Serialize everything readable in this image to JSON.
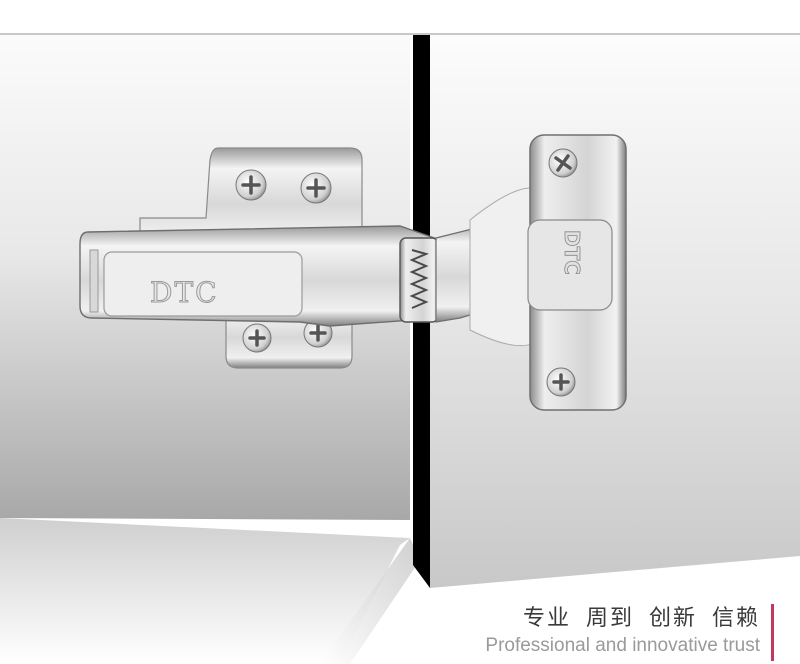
{
  "image": {
    "subject": "concealed cabinet hinge",
    "brand_mark": "DTC",
    "brand_mark_on_plate": "DTC"
  },
  "caption": {
    "chinese": "专业 周到 创新 信赖",
    "english": "Professional and innovative trust"
  },
  "colors": {
    "accent": "#c0395e",
    "background": "#ffffff",
    "divider": "#000000",
    "panel_light": "#f7f7f7",
    "panel_dark": "#a9a9a9"
  }
}
